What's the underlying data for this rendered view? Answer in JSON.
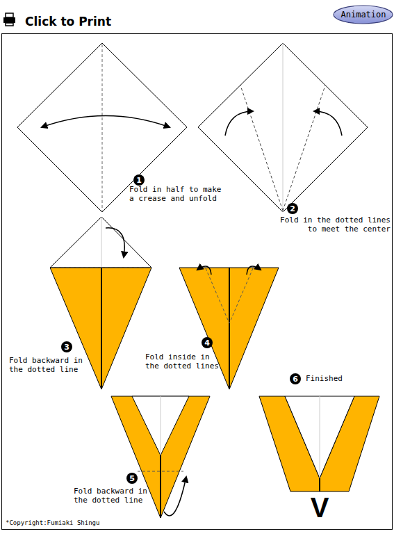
{
  "diagram": {
    "title": "Click to Print",
    "nodes": [
      {
        "text": [
          "Animation"
        ]
      },
      {
        "text": [
          "1"
        ]
      },
      {
        "text": [
          "2"
        ]
      },
      {
        "text": [
          "3"
        ]
      },
      {
        "text": [
          "4"
        ]
      },
      {
        "text": [
          "5"
        ]
      },
      {
        "text": [
          "6"
        ]
      }
    ],
    "labels": [
      "Fold in half to make a crease and unfold",
      "Fold in the dotted lines to meet the center",
      "Fold backward in the dotted line",
      "Fold inside in the dotted lines",
      "Fold backward in the dotted line",
      "Finished",
      "V",
      "*Copyright:Fumiaki Shingu"
    ]
  }
}
